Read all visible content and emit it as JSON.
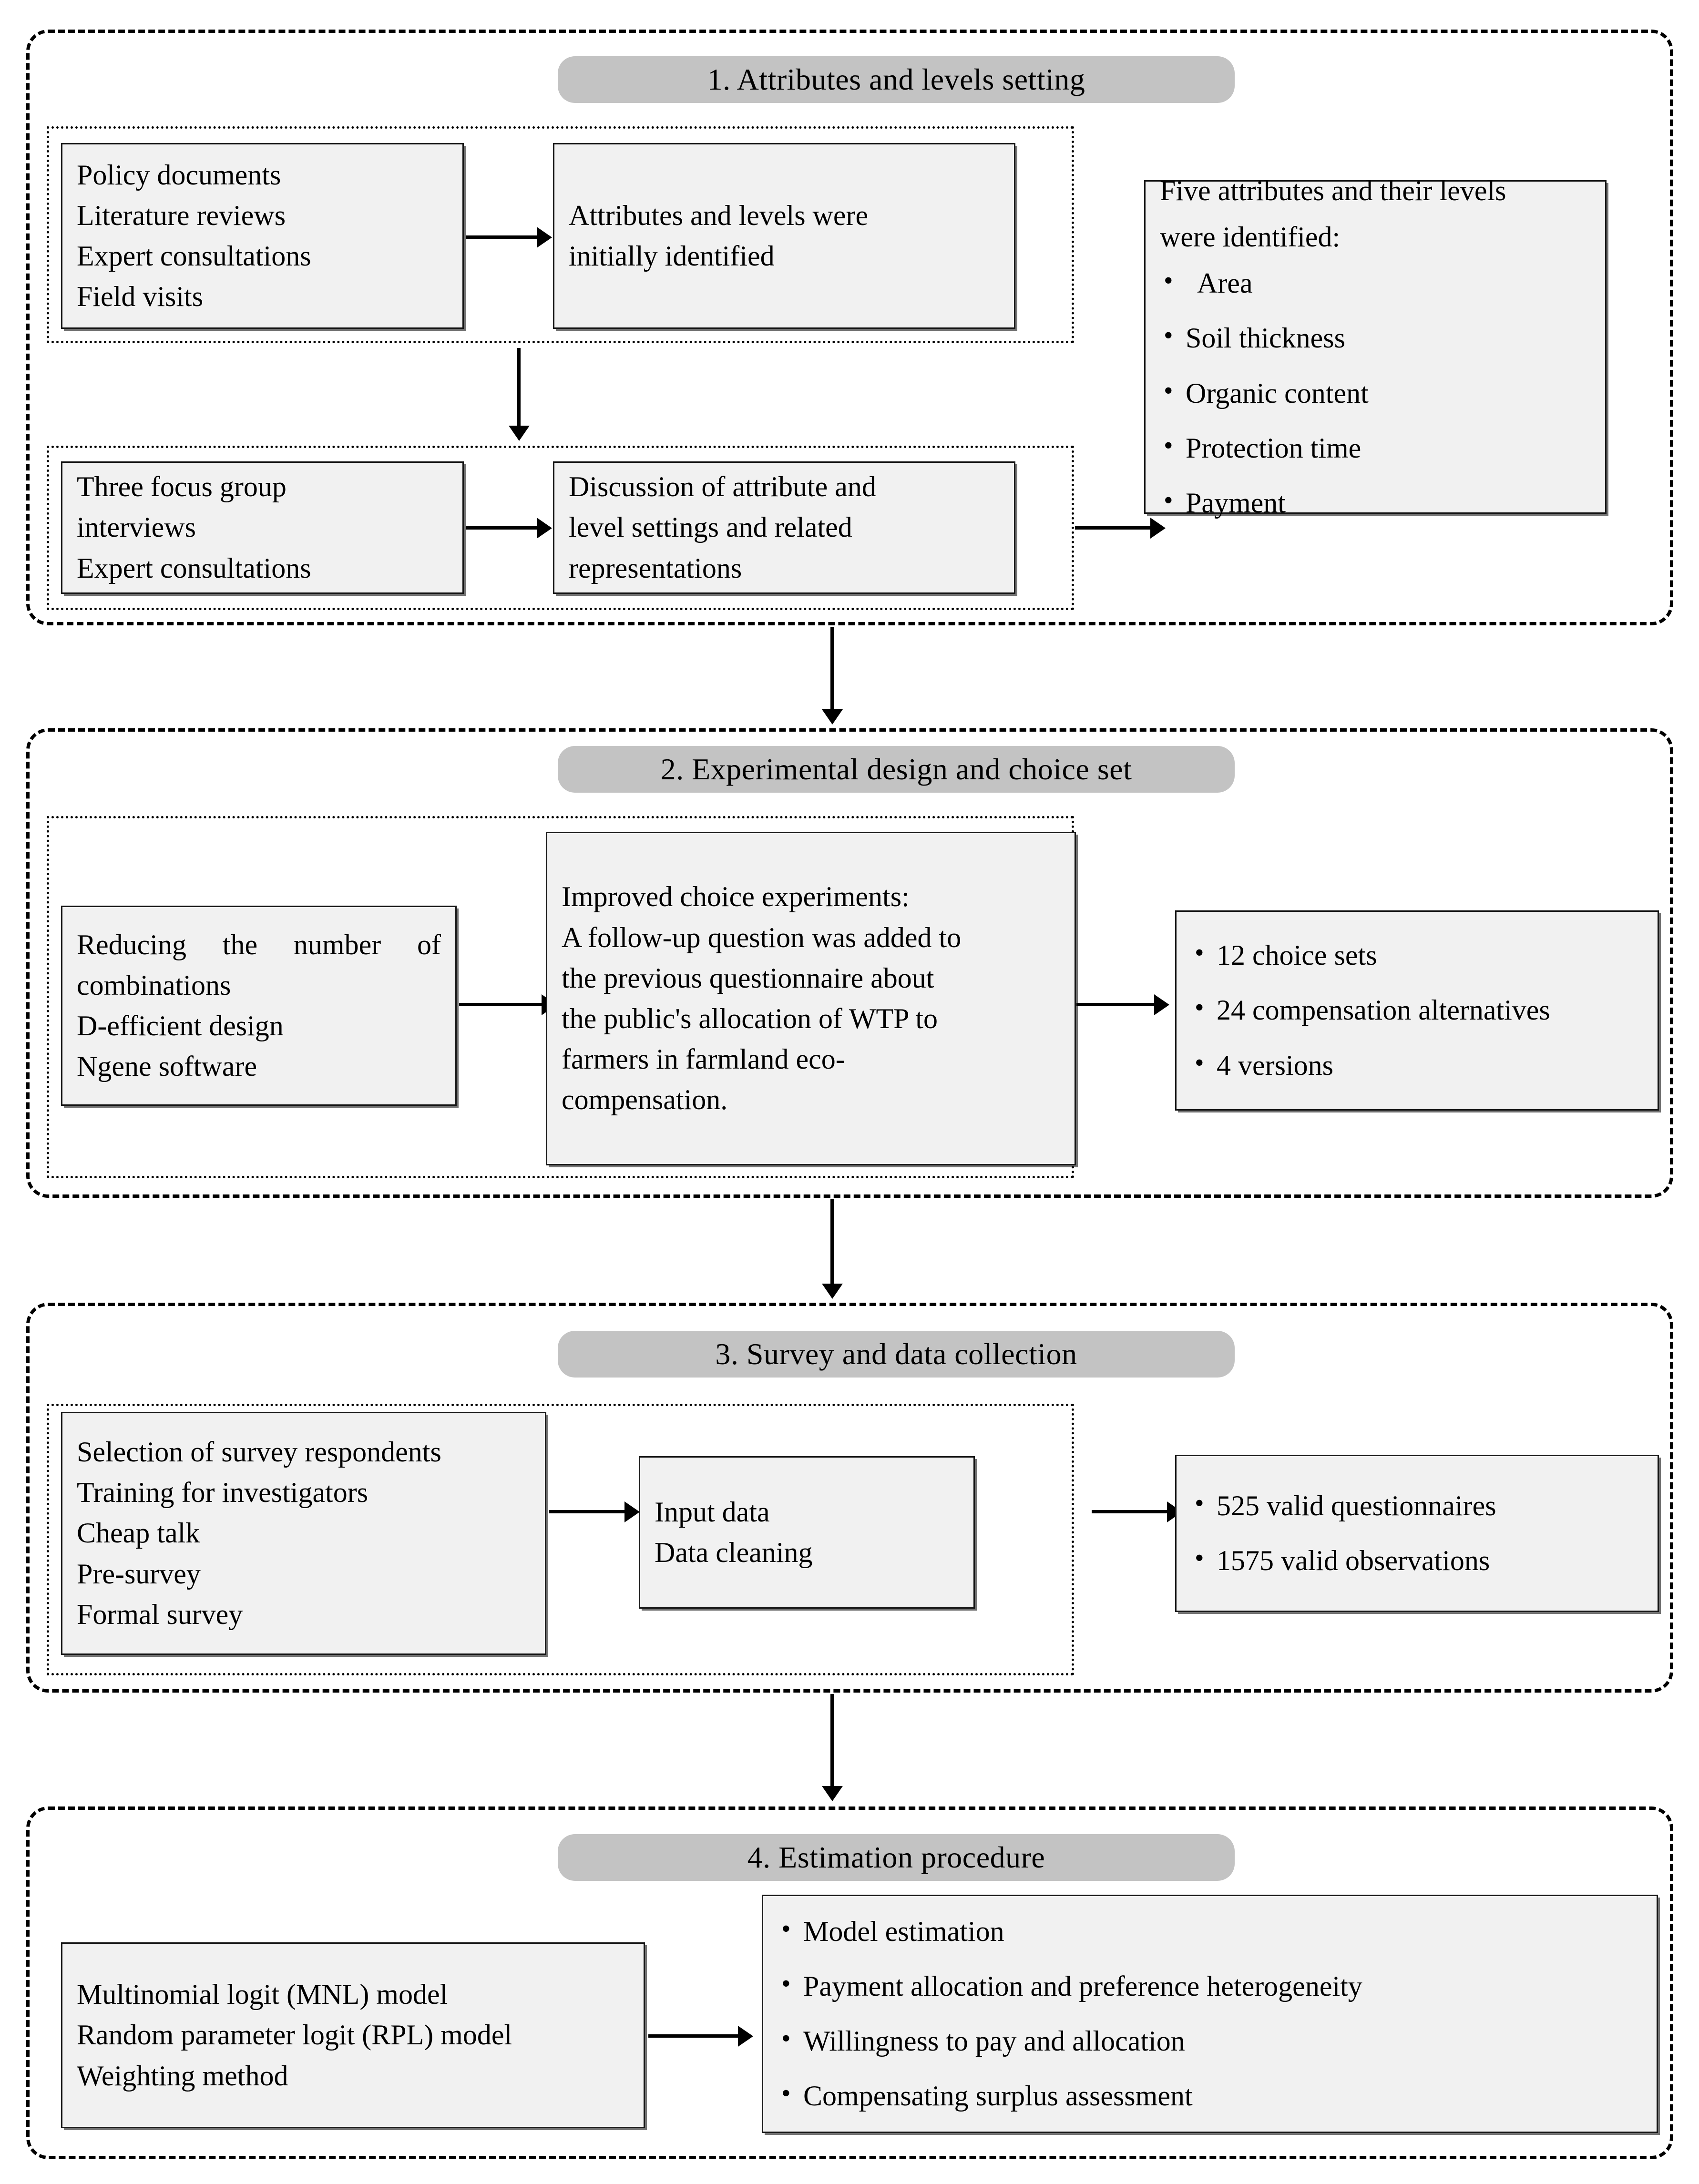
{
  "figure": {
    "type": "flowchart",
    "orientation": "vertical",
    "stage_count": 4
  },
  "stages": [
    {
      "id": "stage-1",
      "title": "1. Attributes and levels setting",
      "groups": [
        {
          "id": "group-1a",
          "boxes": [
            {
              "id": "box-sources",
              "lines": [
                "Policy documents",
                "Literature reviews",
                "Expert consultations",
                "Field visits"
              ]
            },
            {
              "id": "box-initial-identification",
              "lines": [
                "Attributes and levels were",
                "initially identified"
              ]
            }
          ]
        },
        {
          "id": "group-1b",
          "boxes": [
            {
              "id": "box-focus-groups",
              "lines": [
                "Three focus group",
                "interviews",
                "Expert consultations"
              ]
            },
            {
              "id": "box-discussion",
              "lines": [
                "Discussion of attribute and",
                "level settings and related",
                "representations"
              ]
            }
          ]
        }
      ],
      "outcome": {
        "id": "box-five-attributes",
        "lead_lines": [
          "Five attributes and their levels",
          "were identified:"
        ],
        "bullets": [
          "Area",
          "Soil thickness",
          "Organic content",
          "Protection time",
          "Payment"
        ]
      }
    },
    {
      "id": "stage-2",
      "title": "2. Experimental design and choice set",
      "groups": [
        {
          "id": "group-2a",
          "boxes": [
            {
              "id": "box-design-method",
              "paragraph": "Reducing the number of combinations",
              "lines": [
                "D-efficient design",
                "Ngene software"
              ]
            },
            {
              "id": "box-improved-ce",
              "lines": [
                "Improved choice experiments:",
                "A follow-up question was added to",
                "the previous questionnaire about",
                "the public's allocation of WTP to",
                "farmers in farmland eco-",
                "compensation."
              ]
            }
          ]
        }
      ],
      "outcome": {
        "id": "box-choice-set-output",
        "bullets": [
          "12 choice sets",
          "24 compensation alternatives",
          "4 versions"
        ]
      }
    },
    {
      "id": "stage-3",
      "title": "3. Survey and data collection",
      "groups": [
        {
          "id": "group-3a",
          "boxes": [
            {
              "id": "box-survey-steps",
              "lines": [
                "Selection of survey respondents",
                "Training for investigators",
                "Cheap talk",
                "Pre-survey",
                "Formal survey"
              ]
            },
            {
              "id": "box-data-entry",
              "lines": [
                "Input data",
                "Data cleaning"
              ]
            }
          ]
        }
      ],
      "outcome": {
        "id": "box-survey-output",
        "bullets": [
          "525 valid questionnaires",
          "1575 valid observations"
        ]
      }
    },
    {
      "id": "stage-4",
      "title": "4. Estimation procedure",
      "groups": [
        {
          "id": "group-4a",
          "boxes": [
            {
              "id": "box-models",
              "lines": [
                "Multinomial logit (MNL) model",
                "Random parameter logit (RPL) model",
                "Weighting method"
              ]
            }
          ]
        }
      ],
      "outcome": {
        "id": "box-estimation-output",
        "bullets": [
          "Model estimation",
          "Payment allocation and preference heterogeneity",
          "Willingness to pay and allocation",
          "Compensating surplus assessment"
        ]
      }
    }
  ],
  "colors": {
    "pill_fill": "#c3c3c3",
    "box_fill": "#f1f1f1",
    "stroke": "#000000"
  }
}
